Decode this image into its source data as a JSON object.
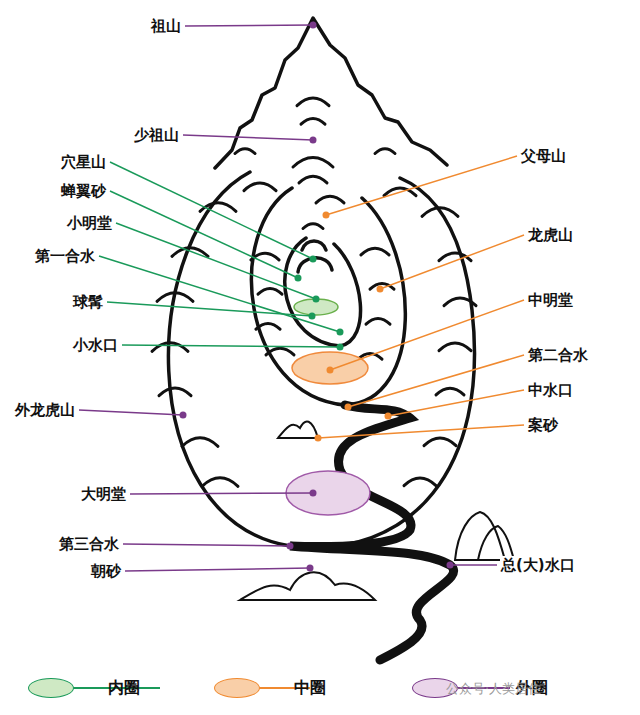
{
  "diagram": {
    "labels": [
      "祖山",
      "少祖山",
      "穴星山",
      "蝉翼砂",
      "小明堂",
      "第一合水",
      "球髯",
      "小水口",
      "父母山",
      "龙虎山",
      "中明堂",
      "第二合水",
      "中水口",
      "案砂",
      "外龙虎山",
      "大明堂",
      "第三合水",
      "朝砂",
      "总(大)水口",
      "公众号·人类居住"
    ],
    "legend": [
      {
        "text": "内圈",
        "color": "#cfe9c4"
      },
      {
        "text": "中圈",
        "color": "#f9cfa8"
      },
      {
        "text": "外圈",
        "color": "#ead5ea"
      }
    ]
  }
}
